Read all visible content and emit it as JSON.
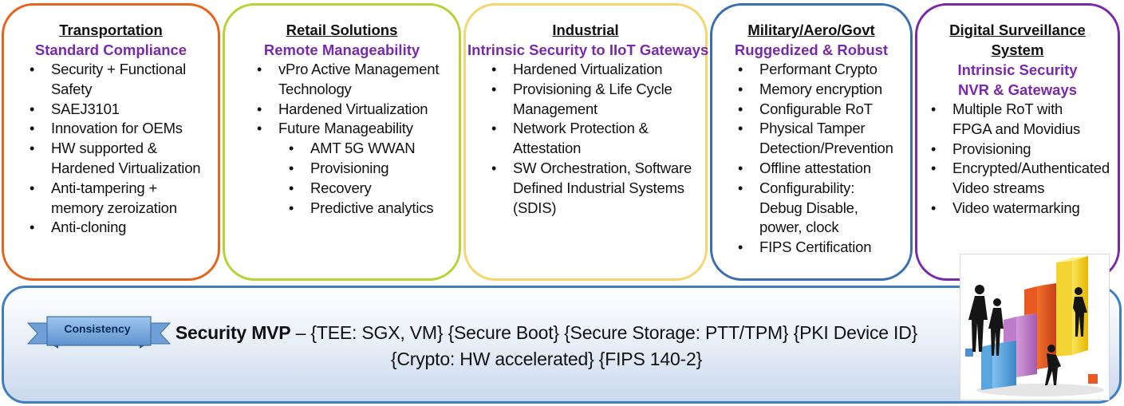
{
  "segments": [
    {
      "title": "Transportation",
      "subtitle": "Standard Compliance",
      "border_color": "#e4641c",
      "items": [
        {
          "text": "Security + Functional Safety"
        },
        {
          "text": "SAEJ3101"
        },
        {
          "text": "Innovation for OEMs"
        },
        {
          "text": "HW supported & Hardened Virtualization"
        },
        {
          "text": "Anti-tampering + memory zeroization"
        },
        {
          "text": "Anti-cloning"
        }
      ]
    },
    {
      "title": "Retail Solutions",
      "subtitle": "Remote Manageability",
      "border_color": "#b5d334",
      "items": [
        {
          "text": "vPro Active Management Technology"
        },
        {
          "text": "Hardened Virtualization"
        },
        {
          "text": "Future Manageability",
          "subitems": [
            "AMT 5G WWAN",
            "Provisioning",
            "Recovery",
            "Predictive analytics"
          ]
        }
      ]
    },
    {
      "title": "Industrial",
      "subtitle": "Intrinsic Security to IIoT Gateways",
      "border_color": "#f4d56e",
      "items": [
        {
          "text": "Hardened Virtualization"
        },
        {
          "text": "Provisioning & Life Cycle Management"
        },
        {
          "text": "Network Protection & Attestation"
        },
        {
          "text": "SW Orchestration, Software Defined Industrial Systems (SDIS)"
        }
      ]
    },
    {
      "title": "Military/Aero/Govt",
      "subtitle": "Ruggedized & Robust",
      "border_color": "#3a6faf",
      "items": [
        {
          "text": "Performant Crypto"
        },
        {
          "text": "Memory encryption"
        },
        {
          "text": "Configurable RoT"
        },
        {
          "text": "Physical Tamper Detection/Prevention"
        },
        {
          "text": "Offline attestation"
        },
        {
          "text": "Configurability: Debug Disable, power, clock"
        },
        {
          "text": "FIPS Certification"
        }
      ]
    },
    {
      "title": "Digital Surveillance System",
      "subtitle": "Intrinsic Security NVR & Gateways",
      "border_color": "#7a2aa6",
      "items": [
        {
          "text": "Multiple RoT with FPGA and Movidius"
        },
        {
          "text": "Provisioning"
        },
        {
          "text": "Encrypted/Authenticated Video streams"
        },
        {
          "text": "Video watermarking"
        }
      ]
    }
  ],
  "baseline": {
    "ribbon_label": "Consistency",
    "mvp_title": "Security MVP",
    "mvp_line1": " – {TEE: SGX, VM} {Secure Boot} {Secure Storage: PTT/TPM} {PKI Device ID}",
    "mvp_line2": "{Crypto: HW accelerated} {FIPS 140-2}",
    "border_color": "#3f7fbf"
  },
  "illustration": {
    "icon": "building-blocks-teamwork-icon"
  }
}
